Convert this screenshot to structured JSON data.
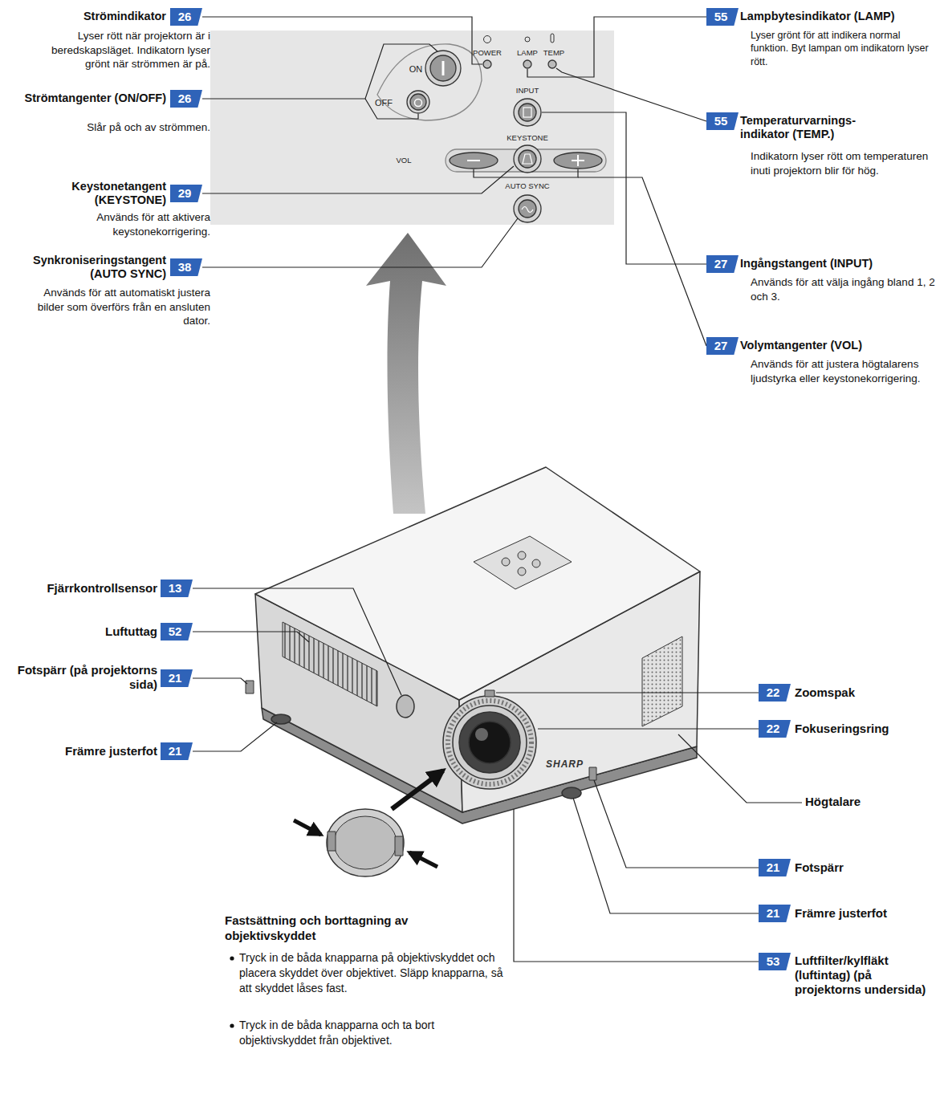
{
  "diagram": {
    "nodes": [
      {
        "text": [
          "ON",
          "OFF",
          "POWER",
          "LAMP",
          "TEMP",
          "INPUT",
          "KEYSTONE",
          "VOL",
          "AUTO SYNC"
        ]
      }
    ],
    "labels": [
      "26",
      "Strömindikator",
      "Lyser rött när projektorn är i beredskapsläget. Indikatorn lyser grönt när strömmen är på.",
      "26",
      "Strömtangenter (ON/OFF)",
      "Slår på och av strömmen.",
      "29",
      "Keystonetangent (KEYSTONE)",
      "Används för att aktivera keystonekorrigering.",
      "38",
      "Synkroniseringstangent (AUTO SYNC)",
      "Används för att automatiskt justera bilder som överförs från en ansluten dator.",
      "55",
      "Lampbytesindikator (LAMP)",
      "Lyser grönt för att indikera normal funktion. Byt lampan om indikatorn lyser rött.",
      "55",
      "Temperaturvarnings-indikator (TEMP.)",
      "Indikatorn lyser rött om temperaturen inuti projektorn blir för hög.",
      "27",
      "Ingångstangent (INPUT)",
      "Används för att välja ingång bland 1, 2 och 3.",
      "27",
      "Volymtangenter (VOL)",
      "Används för att justera högtalarens ljudstyrka eller keystonekorrigering.",
      "13",
      "Fjärrkontrollsensor",
      "52",
      "Luftuttag",
      "21",
      "Fotspärr (på projektorns sida)",
      "21",
      "Främre justerfot",
      "22",
      "Zoomspak",
      "22",
      "Fokuseringsring",
      "Högtalare",
      "21",
      "Fotspärr",
      "21",
      "Främre justerfot",
      "53",
      "Luftfilter/kylfläkt (luftintag) (på projektorns undersida)",
      "Fastsättning och borttagning av objektivskyddet",
      "Tryck in de båda knapparna på objektivskyddet och placera skyddet över objektivet. Släpp knapparna, så att skyddet låses fast.",
      "Tryck in de båda knapparna och ta bort objektivskyddet från objektivet.",
      "SHARP"
    ]
  }
}
